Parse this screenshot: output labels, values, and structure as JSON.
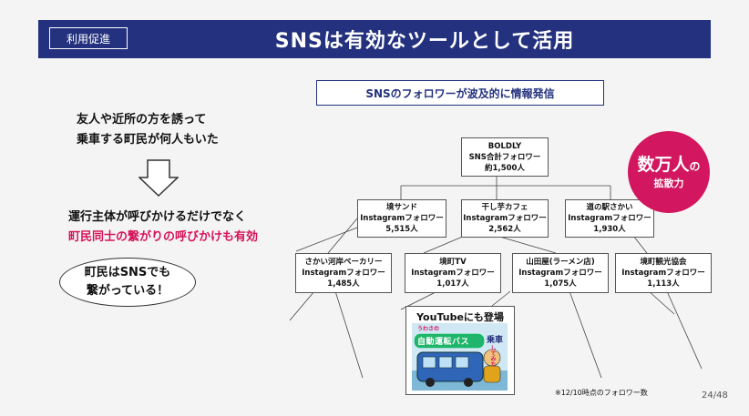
{
  "header": {
    "tag": "利用促進",
    "title": "SNSは有効なツールとして活用"
  },
  "subtitle": "SNSのフォロワーが波及的に情報発信",
  "left": {
    "line1": "友人や近所の方を誘って",
    "line2": "乗車する町民が何人もいた",
    "line3": "運行主体が呼びかけるだけでなく",
    "line4": "町民同士の繋がりの呼びかけも有効",
    "bubble1": "町民はSNSでも",
    "bubble2": "繋がっている！"
  },
  "boxes": {
    "root": {
      "l1": "BOLDLY",
      "l2": "SNS合計フォロワー",
      "l3": "約1,500人"
    },
    "sakaisand": {
      "l1": "境サンド",
      "l2": "Instagramフォロワー",
      "l3": "5,515人"
    },
    "hoshiimo": {
      "l1": "干し芋カフェ",
      "l2": "Instagramフォロワー",
      "l3": "2,562人"
    },
    "michinoeki": {
      "l1": "道の駅さかい",
      "l2": "Instagramフォロワー",
      "l3": "1,930人"
    },
    "bakery": {
      "l1": "さかい河岸ベーカリー",
      "l2": "Instagramフォロワー",
      "l3": "1,485人"
    },
    "sakaitv": {
      "l1": "境町TV",
      "l2": "Instagramフォロワー",
      "l3": "1,017人"
    },
    "yamadaya": {
      "l1": "山田屋(ラーメン店)",
      "l2": "Instagramフォロワー",
      "l3": "1,075人"
    },
    "kanko": {
      "l1": "境町観光協会",
      "l2": "Instagramフォロワー",
      "l3": "1,113人"
    }
  },
  "circle": {
    "big": "数万人",
    "no": "の",
    "small": "拡散力"
  },
  "youtube": {
    "label": "YouTubeにも登場",
    "thumb_t1": "うわさの",
    "thumb_t2": "自動運転バス",
    "thumb_t3": "乗車",
    "thumb_t4": "してみた"
  },
  "footnote": "※12/10時点のフォロワー数",
  "page": "24/48",
  "colors": {
    "navy": "#23317e",
    "accent": "#d2165f"
  }
}
